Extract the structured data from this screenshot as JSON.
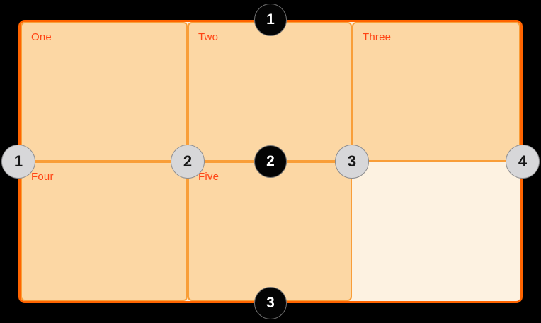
{
  "grid": {
    "cells": [
      {
        "label": "One"
      },
      {
        "label": "Two"
      },
      {
        "label": "Three"
      },
      {
        "label": "Four"
      },
      {
        "label": "Five"
      },
      {
        "label": ""
      }
    ],
    "row_line_markers": [
      {
        "number": "1"
      },
      {
        "number": "2"
      },
      {
        "number": "3"
      }
    ],
    "column_line_markers": [
      {
        "number": "1"
      },
      {
        "number": "2"
      },
      {
        "number": "3"
      },
      {
        "number": "4"
      }
    ]
  },
  "colors": {
    "page_background": "#000000",
    "container_fill": "#fdf2e1",
    "container_border": "#ff6400",
    "cell_fill": "#fcd7a4",
    "cell_border": "#f99e38",
    "cell_label_text": "#ff4414",
    "row_marker_fill": "#040404",
    "row_marker_text": "#ffffff",
    "column_marker_fill": "#d7d7d9",
    "column_marker_border": "#8d8d8f",
    "column_marker_text": "#161616"
  }
}
